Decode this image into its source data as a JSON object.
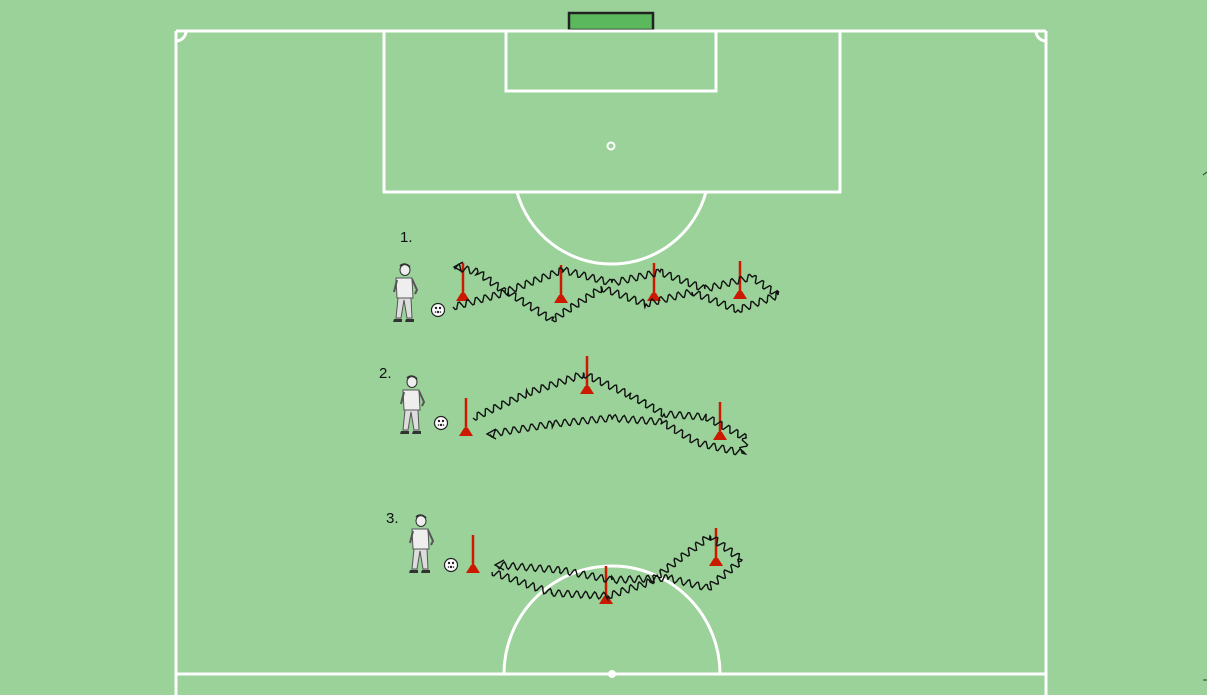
{
  "diagram": {
    "colors": {
      "grass": "#9ad29a",
      "line": "#ffffff",
      "goal_fill": "#5cb85c",
      "cone": "#cc1a00",
      "path": "#111111"
    },
    "drills": [
      {
        "label": "1."
      },
      {
        "label": "2."
      },
      {
        "label": "3."
      }
    ]
  }
}
